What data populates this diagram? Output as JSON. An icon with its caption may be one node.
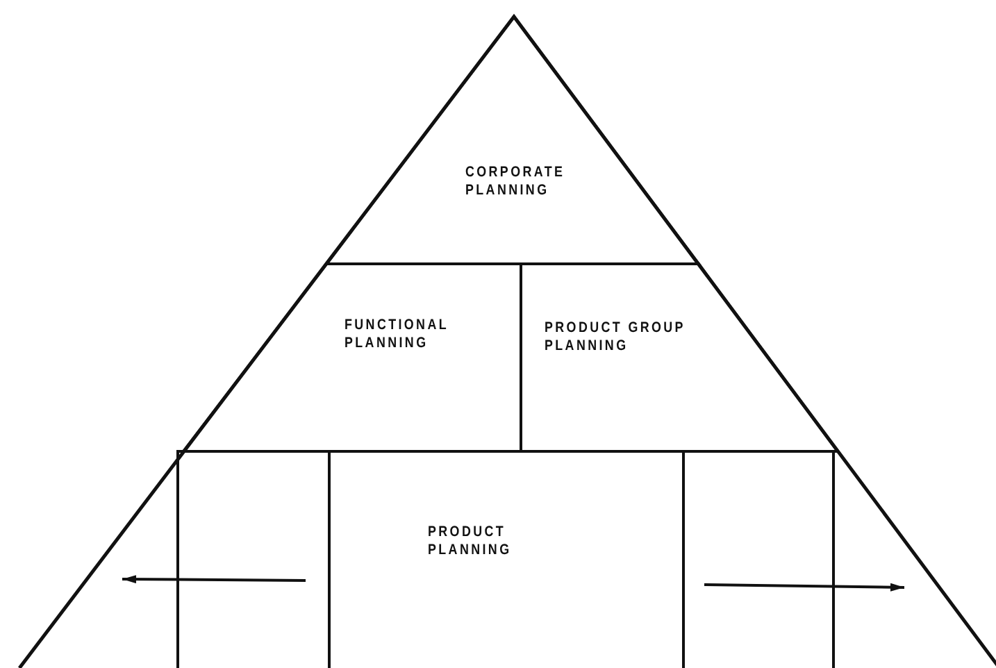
{
  "diagram": {
    "nodes": [
      {
        "text": [
          "CORPORATE PLANNING"
        ]
      },
      {
        "text": [
          "FUNCTIONAL PLANNING"
        ]
      },
      {
        "text": [
          "PRODUCT GROUP PLANNING"
        ]
      },
      {
        "text": [],
        "shape": "box"
      },
      {
        "text": [
          "PRODUCT PLANNING"
        ]
      },
      {
        "text": [],
        "shape": "box"
      }
    ],
    "edges": []
  }
}
